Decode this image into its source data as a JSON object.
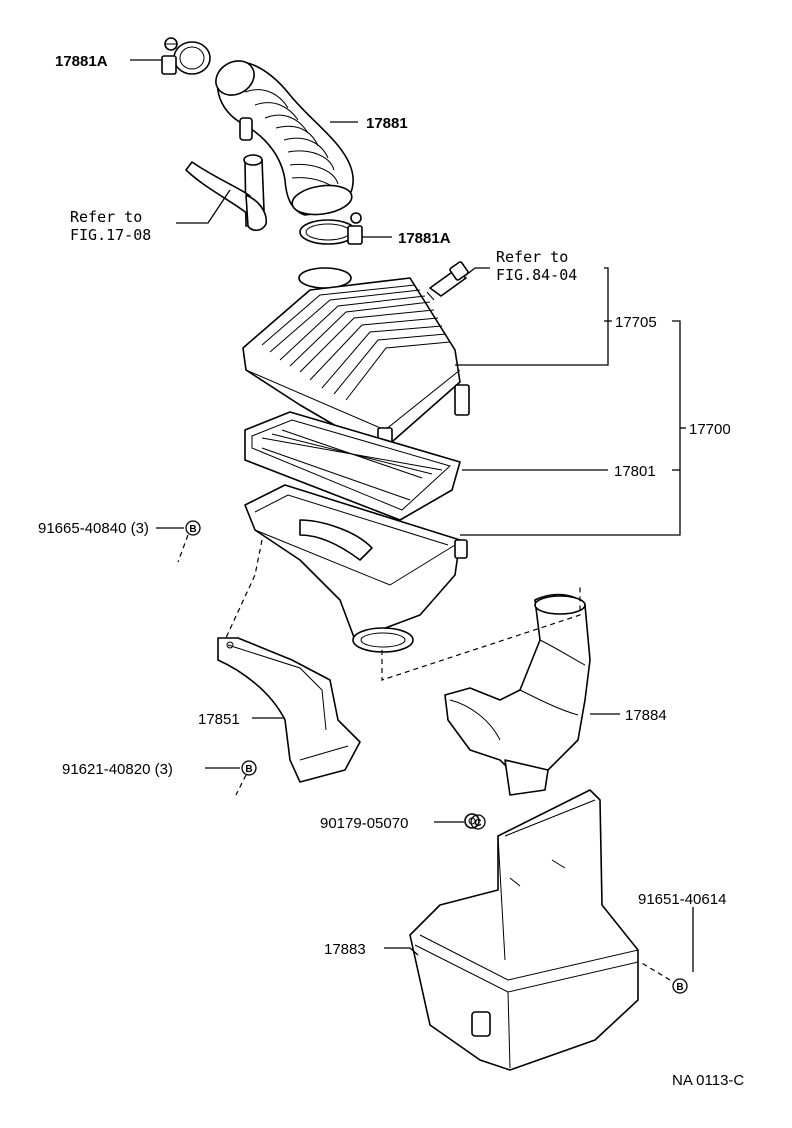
{
  "labels": {
    "clamp_top": "17881A",
    "hose": "17881",
    "clamp_bottom": "17881A",
    "refer_1_line1": "Refer to",
    "refer_1_line2": "FIG.17-08",
    "refer_2_line1": "Refer to",
    "refer_2_line2": "FIG.84-04",
    "cap": "17705",
    "assembly": "17700",
    "element": "17801",
    "bolt_1": "91665-40840 (3)",
    "bolt_1_marker": "B",
    "bracket": "17851",
    "bolt_2": "91621-40820 (3)",
    "bolt_2_marker": "B",
    "intake_duct": "17884",
    "nut": "90179-05070",
    "nut_marker": "C",
    "resonator": "17883",
    "bolt_3": "91651-40614",
    "bolt_3_marker": "B",
    "figure_code": "NA 0113-C"
  }
}
